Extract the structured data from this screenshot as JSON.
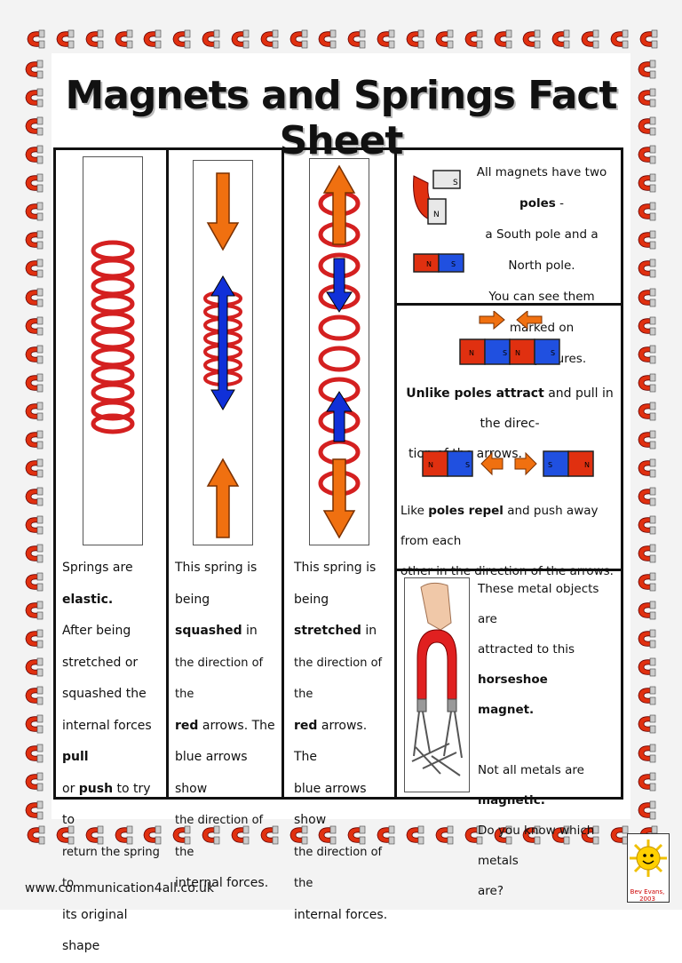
{
  "title": "Magnets and Springs Fact Sheet",
  "columns": {
    "elastic": {
      "line1_a": "Springs are ",
      "line1_b": "elastic.",
      "line2": "After being",
      "line3": "stretched or",
      "line4": "squashed the",
      "line5_a": "internal forces ",
      "line5_b": "pull",
      "line6_a": "or ",
      "line6_b": "push",
      "line6_c": " to try to",
      "line7": "return the spring to",
      "line8": "its original shape"
    },
    "squashed": {
      "line1": "This spring is",
      "line2_a": "being ",
      "line2_b": "squashed",
      "line2_c": " in",
      "line3": "the direction of the",
      "line4_a": "red",
      "line4_b": " arrows. The",
      "line5": "blue arrows show",
      "line6": "the direction of the",
      "line7": "internal forces."
    },
    "stretched": {
      "line1": "This spring is",
      "line2_a": "being ",
      "line2_b": "stretched",
      "line2_c": " in",
      "line3": "the direction of the",
      "line4_a": "red",
      "line4_b": " arrows. The",
      "line5": "blue arrows show",
      "line6": "the direction of the",
      "line7": "internal forces."
    }
  },
  "panels": {
    "poles": {
      "line1_a": "All magnets have two ",
      "line1_b": "poles",
      "line1_c": " -",
      "line2": "a South pole and a North pole.",
      "line3": "You can see them marked on",
      "line4": "these pictures."
    },
    "attract": {
      "line1_a": "Unlike poles attract",
      "line1_b": " and pull in the direc-",
      "line2": "tion of the arrows."
    },
    "repel": {
      "line1_a": "Like ",
      "line1_b": "poles repel",
      "line1_c": " and push away from each",
      "line2": "other in the direction of the arrows."
    },
    "horseshoe": {
      "line1": "These metal objects are",
      "line2_a": "attracted to this ",
      "line2_b": "horseshoe",
      "line3": "magnet.",
      "line4_a": "Not all metals are ",
      "line4_b": "magnetic.",
      "line5": "Do you know which metals",
      "line6": "are?"
    }
  },
  "magnet_labels": {
    "north": "N",
    "south": "S"
  },
  "footer": "www.communication4all.co.uk",
  "logo_text": "Bev Evans, 2003",
  "colors": {
    "spring_red": "#d42020",
    "arrow_orange": "#f07010",
    "arrow_blue": "#1030d8",
    "magnet_red": "#e03010",
    "magnet_blue": "#2050e0"
  }
}
